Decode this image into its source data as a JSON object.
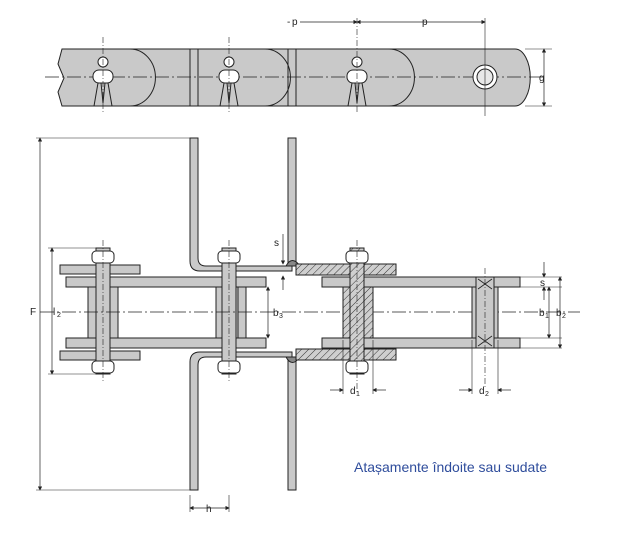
{
  "labels": {
    "p_left": "p",
    "p_right": "p",
    "g": "g",
    "s_upper": "s",
    "s_right": "s",
    "F": "F",
    "l2_main": "l",
    "l2_sub": "2",
    "b3_main": "b",
    "b3_sub": "3",
    "b1_main": "b",
    "b1_sub": "1",
    "b2_main": "b",
    "b2_sub": "2",
    "d1_main": "d",
    "d1_sub": "1",
    "d2_main": "d",
    "d2_sub": "2",
    "h": "h"
  },
  "caption": "Atașamente îndoite sau sudate",
  "colors": {
    "part_fill": "#c9c9c9",
    "line": "#222222",
    "caption": "#2f4d9c"
  }
}
